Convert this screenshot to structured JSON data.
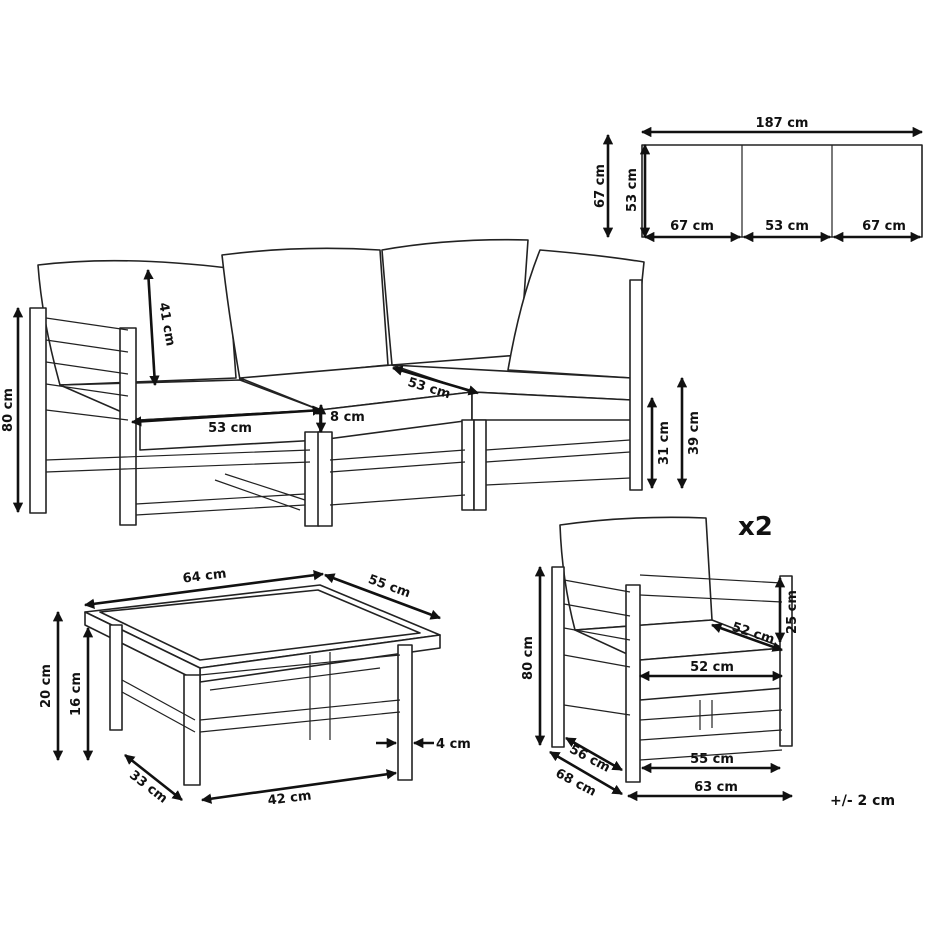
{
  "top_view": {
    "total_width": "187 cm",
    "depth_outer": "67 cm",
    "depth_inner": "53 cm",
    "seg_left": "67 cm",
    "seg_mid": "53 cm",
    "seg_right": "67 cm"
  },
  "sofa": {
    "back_cushion_height": "41 cm",
    "total_height": "80 cm",
    "seat_width": "53 cm",
    "seat_depth": "53 cm",
    "cushion_thickness": "8 cm",
    "seat_base_height": "31 cm",
    "seat_height": "39 cm"
  },
  "table": {
    "width": "64 cm",
    "depth": "55 cm",
    "height": "20 cm",
    "inner_height": "16 cm",
    "leg_thickness": "4 cm",
    "inner_depth": "33 cm",
    "inner_width": "42 cm"
  },
  "chair": {
    "quantity": "x2",
    "back_cushion_height": "25 cm",
    "seat_depth": "52 cm",
    "seat_width": "52 cm",
    "total_height": "80 cm",
    "inner_depth": "56 cm",
    "inner_width": "55 cm",
    "total_depth": "68 cm",
    "total_width": "63 cm"
  },
  "tolerance": "+/- 2 cm"
}
